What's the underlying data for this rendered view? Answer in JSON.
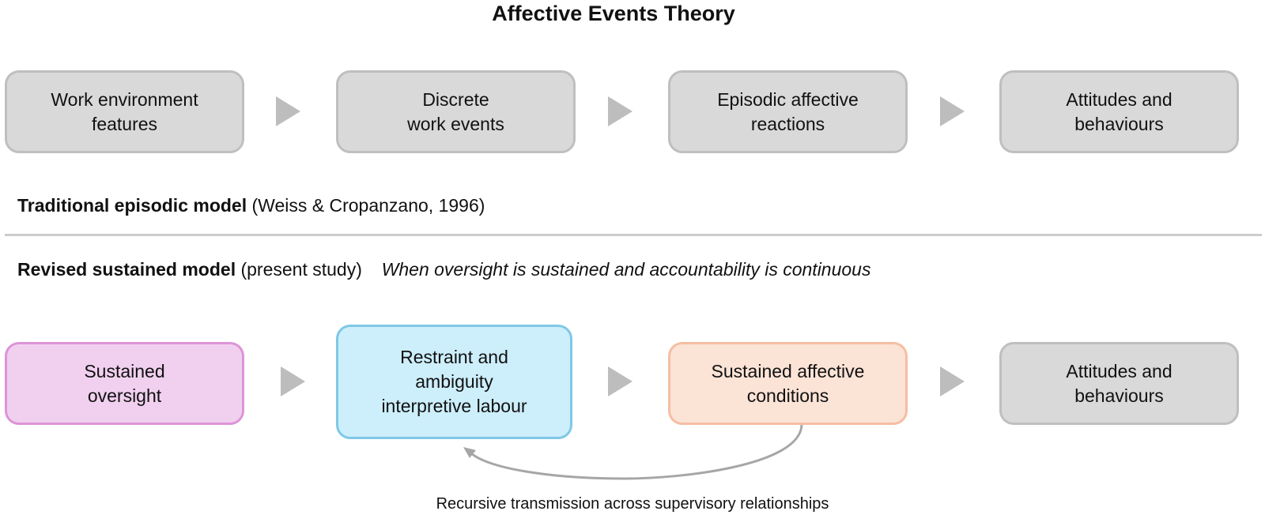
{
  "title": "Affective Events Theory",
  "traditional": {
    "boxes": [
      "Work environment\nfeatures",
      "Discrete\nwork events",
      "Episodic affective\nreactions",
      "Attitudes and\nbehaviours"
    ],
    "label_bold": "Traditional episodic model",
    "label_rest": "(Weiss & Cropanzano, 1996)"
  },
  "revised": {
    "label_bold": "Revised sustained model",
    "label_rest": "(present study)",
    "label_italic": "When oversight is sustained and accountability is continuous",
    "boxes": [
      "Sustained\noversight",
      "Restraint and\nambiguity\ninterpretive labour",
      "Sustained affective\nconditions",
      "Attitudes and\nbehaviours"
    ]
  },
  "feedback_label": "Recursive transmission across supervisory relationships",
  "colors": {
    "grey_fill": "#d9d9d9",
    "pink_fill": "#f1d0ef",
    "blue_fill": "#cdeefb",
    "peach_fill": "#fbe3d6",
    "arrow": "#bdbdbd"
  }
}
